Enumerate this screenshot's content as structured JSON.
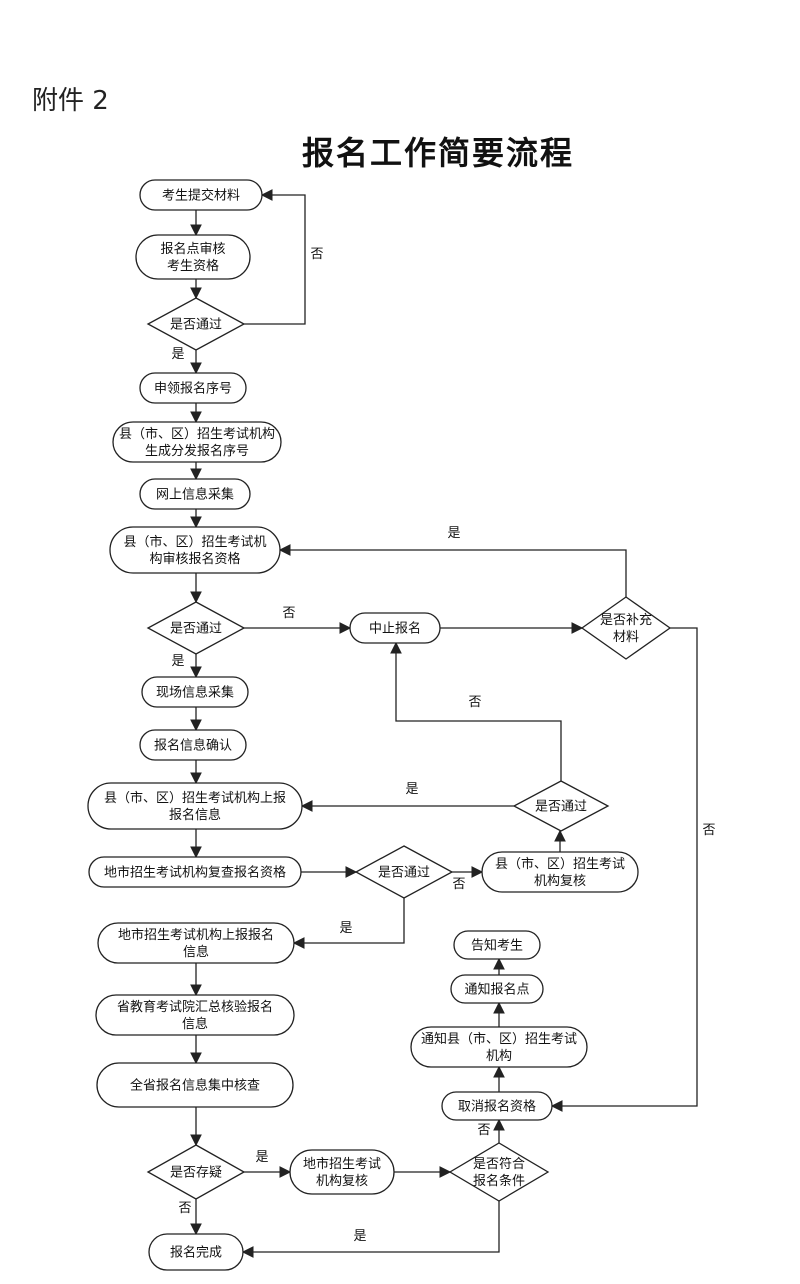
{
  "header": {
    "attachment_label": "附件 2",
    "title": "报名工作简要流程"
  },
  "nodes": {
    "n1": [
      "考生提交材料"
    ],
    "n2": [
      "报名点审核",
      "考生资格"
    ],
    "d1": [
      "是否通过"
    ],
    "n3": [
      "申领报名序号"
    ],
    "n4": [
      "县（市、区）招生考试机构",
      "生成分发报名序号"
    ],
    "n5": [
      "网上信息采集"
    ],
    "n6": [
      "县（市、区）招生考试机",
      "构审核报名资格"
    ],
    "d2": [
      "是否通过"
    ],
    "stop": [
      "中止报名"
    ],
    "d3": [
      "是否补充",
      "材料"
    ],
    "n7": [
      "现场信息采集"
    ],
    "n8": [
      "报名信息确认"
    ],
    "n9": [
      "县（市、区）招生考试机构上报",
      "报名信息"
    ],
    "d4": [
      "是否通过"
    ],
    "n10": [
      "地市招生考试机构复查报名资格"
    ],
    "d5": [
      "是否通过"
    ],
    "n11": [
      "县（市、区）招生考试",
      "机构复核"
    ],
    "n12": [
      "地市招生考试机构上报报名",
      "信息"
    ],
    "n13": [
      "省教育考试院汇总核验报名",
      "信息"
    ],
    "n14": [
      "全省报名信息集中核查"
    ],
    "d6": [
      "是否存疑"
    ],
    "n15": [
      "地市招生考试",
      "机构复核"
    ],
    "d7": [
      "是否符合",
      "报名条件"
    ],
    "n16": [
      "报名完成"
    ],
    "n17": [
      "取消报名资格"
    ],
    "n18": [
      "通知县（市、区）招生考试",
      "机构"
    ],
    "n19": [
      "通知报名点"
    ],
    "n20": [
      "告知考生"
    ]
  },
  "edge_labels": {
    "e_d1_no": "否",
    "e_d1_yes": "是",
    "e_d2_no": "否",
    "e_d2_yes": "是",
    "e_d3_yes": "是",
    "e_d3_no": "否",
    "e_d4_no": "否",
    "e_d4_yes": "是",
    "e_d5_no": "否",
    "e_d5_yes": "是",
    "e_d6_yes": "是",
    "e_d6_no": "否",
    "e_d7_no": "否",
    "e_d7_yes": "是"
  }
}
